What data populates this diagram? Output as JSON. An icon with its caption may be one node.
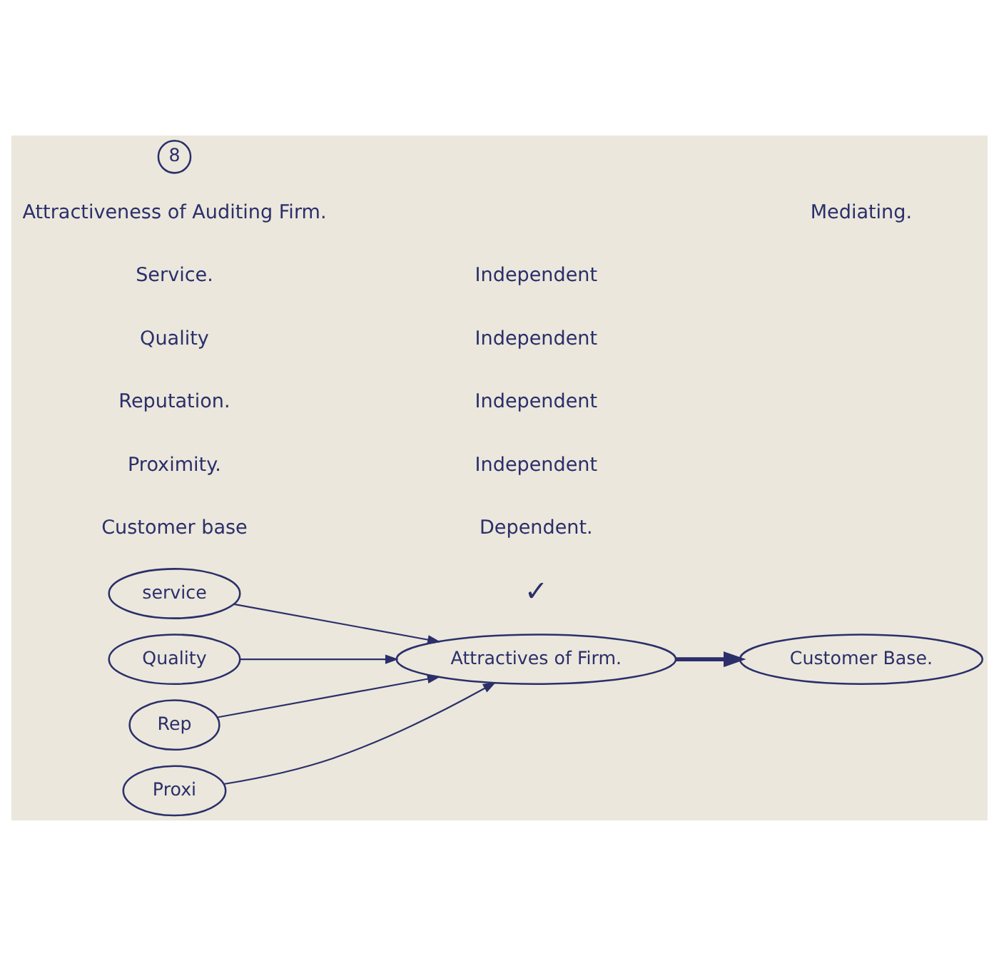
{
  "diagram": {
    "nodes": [
      {
        "text": [
          "8"
        ]
      },
      {
        "text": [
          "service"
        ]
      },
      {
        "text": [
          "Quality"
        ]
      },
      {
        "text": [
          "Rep"
        ]
      },
      {
        "text": [
          "Proxi"
        ]
      },
      {
        "text": [
          "Attractives of Firm."
        ]
      },
      {
        "text": [
          "Customer Base."
        ]
      }
    ],
    "edges": [
      {
        "from": 1,
        "to": 5,
        "arrow": "to"
      },
      {
        "from": 2,
        "to": 5,
        "arrow": "to"
      },
      {
        "from": 3,
        "to": 5,
        "arrow": "to"
      },
      {
        "from": 4,
        "to": 5,
        "arrow": "to"
      },
      {
        "from": 5,
        "to": 6,
        "arrow": "to",
        "style": "thick"
      }
    ],
    "labels": [
      "Attractiveness of Auditing Firm.",
      "Mediating.",
      "Service.",
      "Independent",
      "Quality",
      "Independent",
      "Reputation.",
      "Independent",
      "Proximity.",
      "Independent",
      "Customer base",
      "Dependent.",
      "✓"
    ]
  }
}
